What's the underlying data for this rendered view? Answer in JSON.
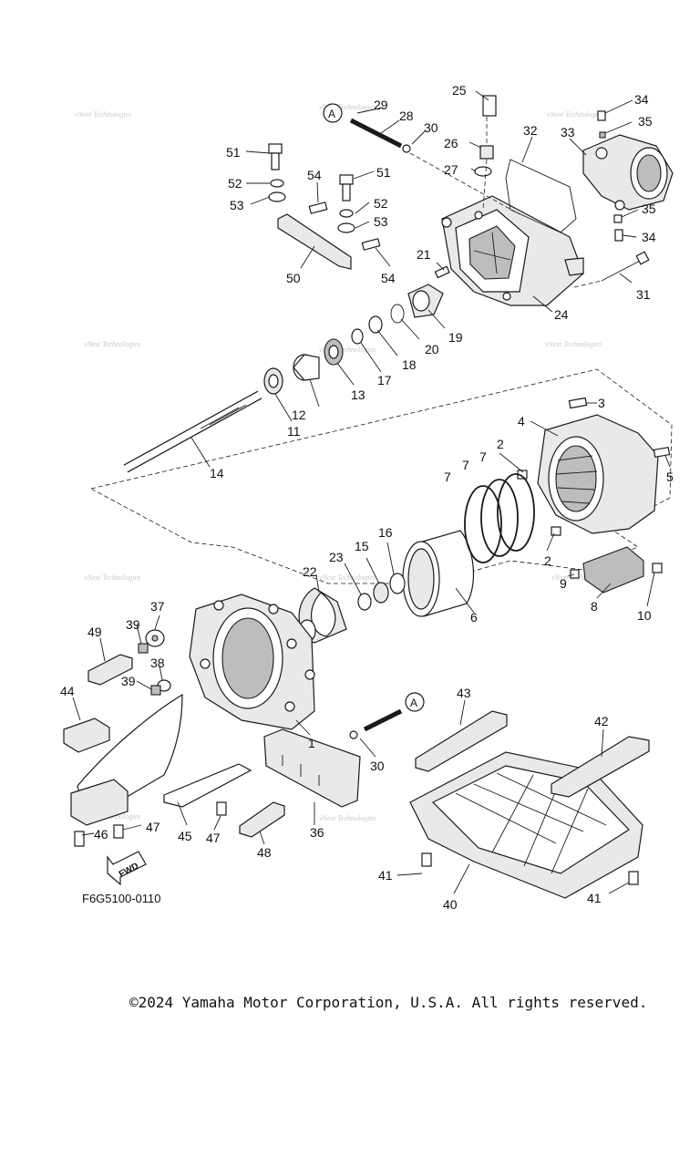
{
  "diagram_code": "F6G5100-0110",
  "fwd_label": "FWD",
  "ref_marker": "A",
  "watermark": "vNext Technologies",
  "copyright": "©2024 Yamaha Motor Corporation, U.S.A. All rights reserved.",
  "callouts": [
    "1",
    "2",
    "2",
    "3",
    "4",
    "5",
    "6",
    "7",
    "7",
    "7",
    "8",
    "9",
    "10",
    "11",
    "12",
    "13",
    "14",
    "15",
    "16",
    "17",
    "18",
    "19",
    "20",
    "21",
    "22",
    "23",
    "24",
    "25",
    "26",
    "27",
    "28",
    "29",
    "30",
    "30",
    "31",
    "32",
    "33",
    "34",
    "34",
    "35",
    "35",
    "36",
    "37",
    "38",
    "39",
    "39",
    "40",
    "41",
    "41",
    "42",
    "43",
    "44",
    "45",
    "46",
    "47",
    "47",
    "48",
    "49",
    "50",
    "51",
    "51",
    "52",
    "52",
    "53",
    "53",
    "54",
    "54"
  ]
}
